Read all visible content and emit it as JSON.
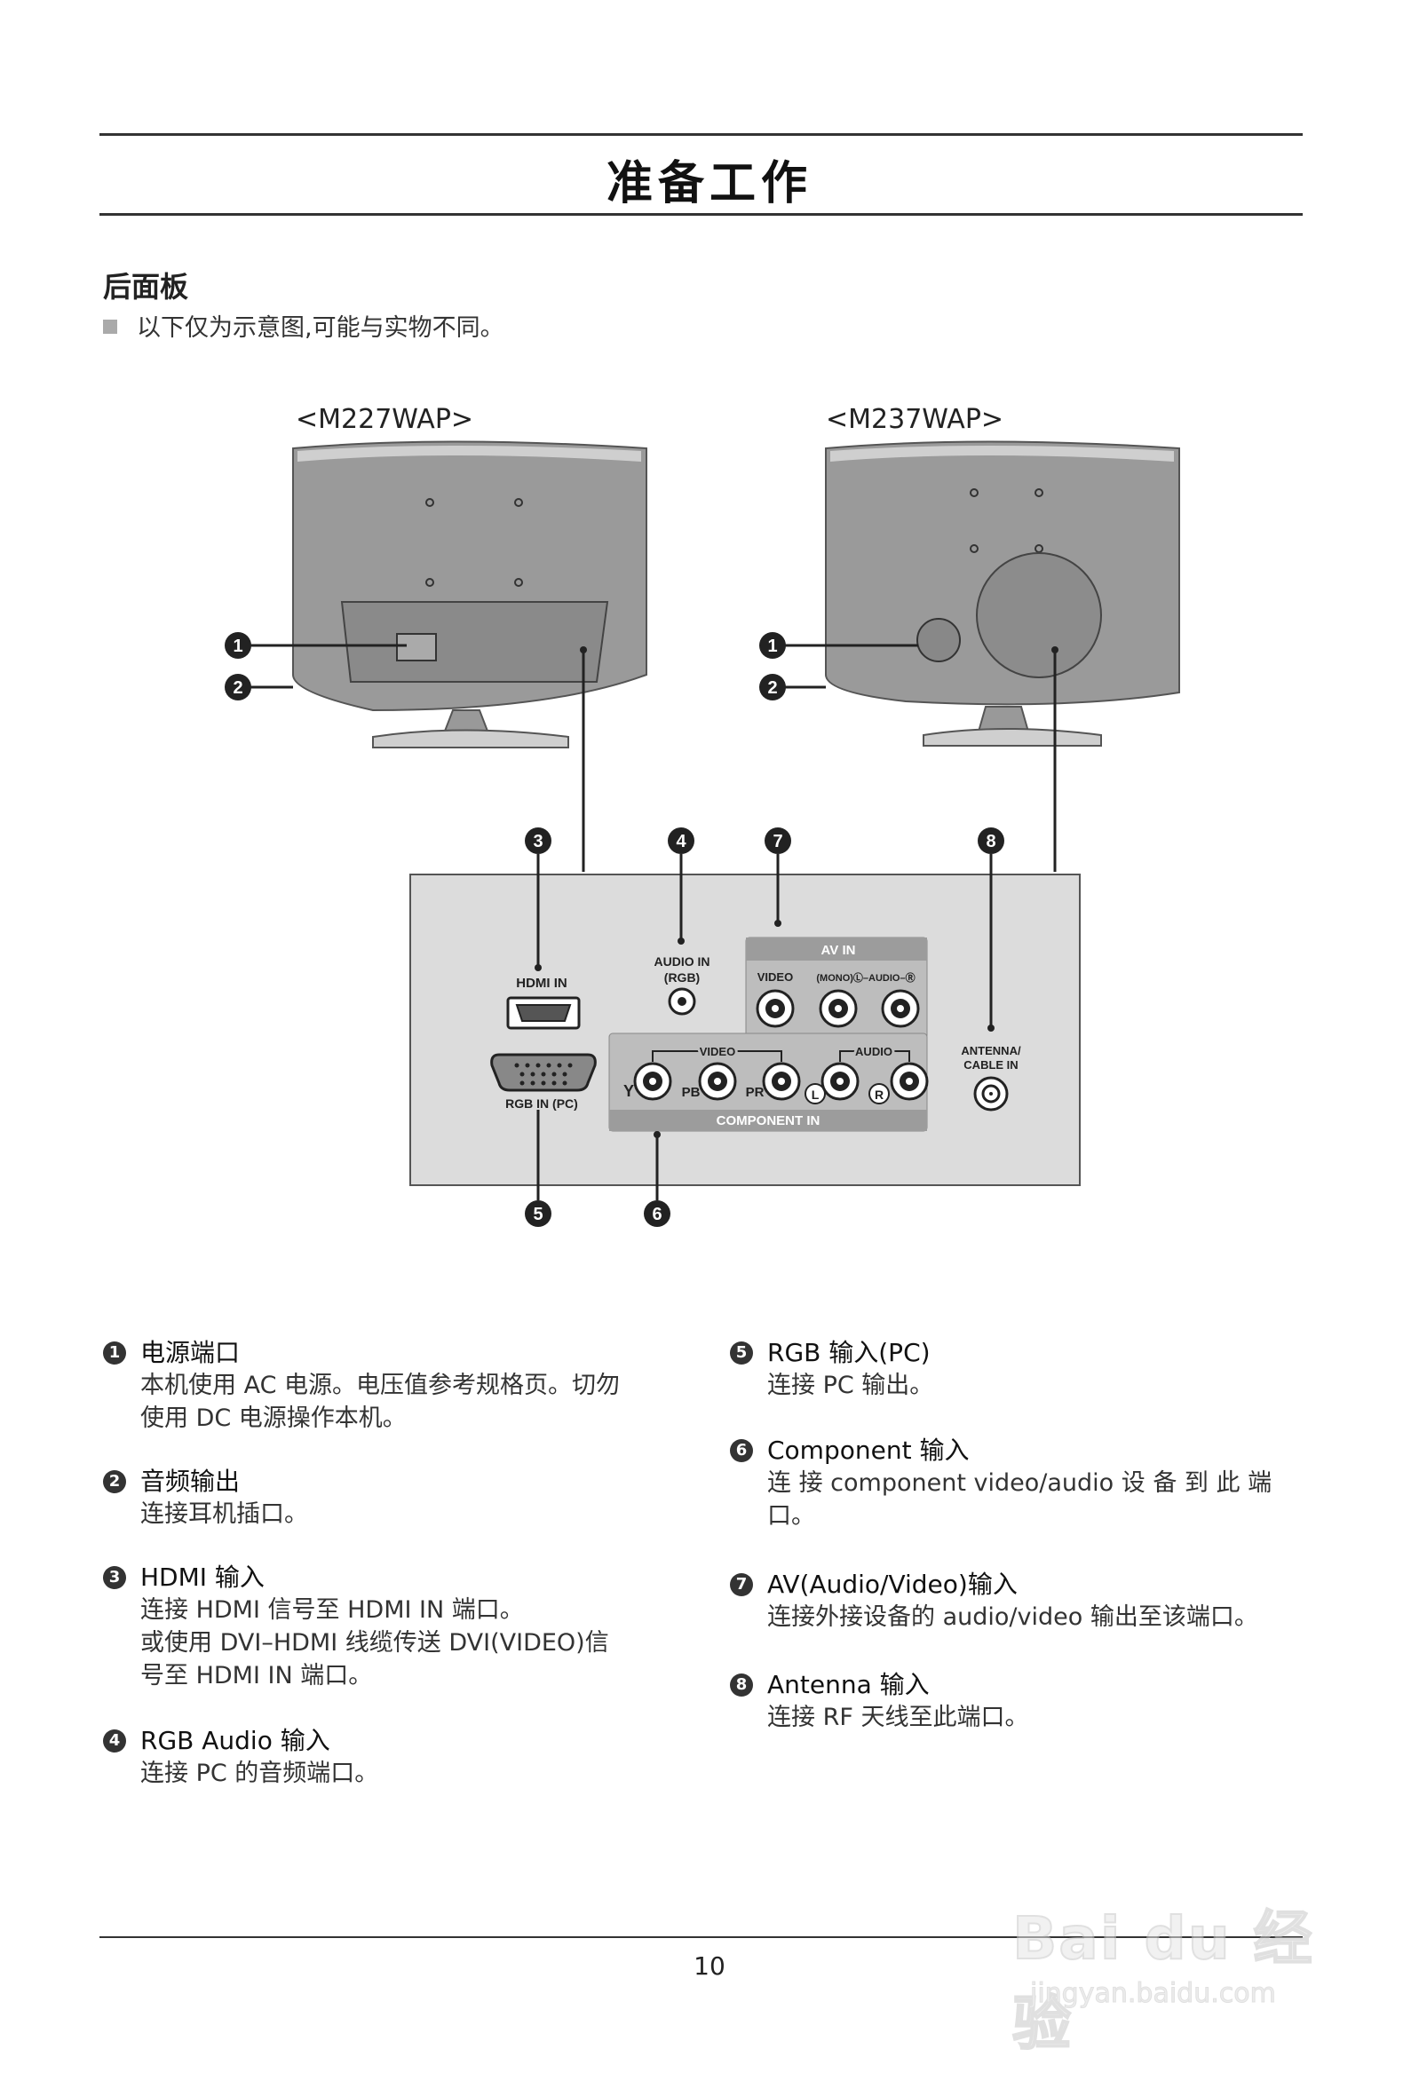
{
  "header": {
    "title": "准备工作"
  },
  "section": {
    "title": "后面板",
    "note": "以下仅为示意图,可能与实物不同。"
  },
  "models": {
    "left": "<M227WAP>",
    "right": "<M237WAP>"
  },
  "callouts": [
    "1",
    "2",
    "3",
    "4",
    "5",
    "6",
    "7",
    "8"
  ],
  "panel": {
    "hdmi_in": "HDMI IN",
    "audio_in": "AUDIO IN",
    "audio_in_rgb": "(RGB)",
    "av_in": "AV IN",
    "video": "VIDEO",
    "mono_audio": "(MONO)Ⓛ–AUDIO–Ⓡ",
    "rgb_in_pc": "RGB IN (PC)",
    "component_video": "VIDEO",
    "component_audio": "AUDIO",
    "y": "Y",
    "pb": "PB",
    "pr": "PR",
    "l": "L",
    "r": "R",
    "component_in": "COMPONENT IN",
    "antenna1": "ANTENNA/",
    "antenna2": "CABLE IN"
  },
  "descriptions": [
    {
      "num": "1",
      "title": "电源端口",
      "body": "本机使用 AC 电源。电压值参考规格页。切勿\n使用 DC 电源操作本机。"
    },
    {
      "num": "2",
      "title": "音频输出",
      "body": "连接耳机插口。"
    },
    {
      "num": "3",
      "title": "HDMI 输入",
      "body": "连接 HDMI 信号至 HDMI IN 端口。\n或使用 DVI–HDMI 线缆传送 DVI(VIDEO)信\n号至 HDMI IN 端口。"
    },
    {
      "num": "4",
      "title": "RGB Audio 输入",
      "body": "连接 PC 的音频端口。"
    },
    {
      "num": "5",
      "title": "RGB 输入(PC)",
      "body": "连接 PC 输出。"
    },
    {
      "num": "6",
      "title": "Component 输入",
      "body": "连 接 component video/audio 设 备 到 此 端\n口。"
    },
    {
      "num": "7",
      "title": "AV(Audio/Video)输入",
      "body": "连接外接设备的 audio/video 输出至该端口。"
    },
    {
      "num": "8",
      "title": "Antenna 输入",
      "body": "连接 RF 天线至此端口。"
    }
  ],
  "footer": {
    "page": "10"
  },
  "watermark": {
    "main": "Bai du 经验",
    "url": "jingyan.baidu.com"
  }
}
